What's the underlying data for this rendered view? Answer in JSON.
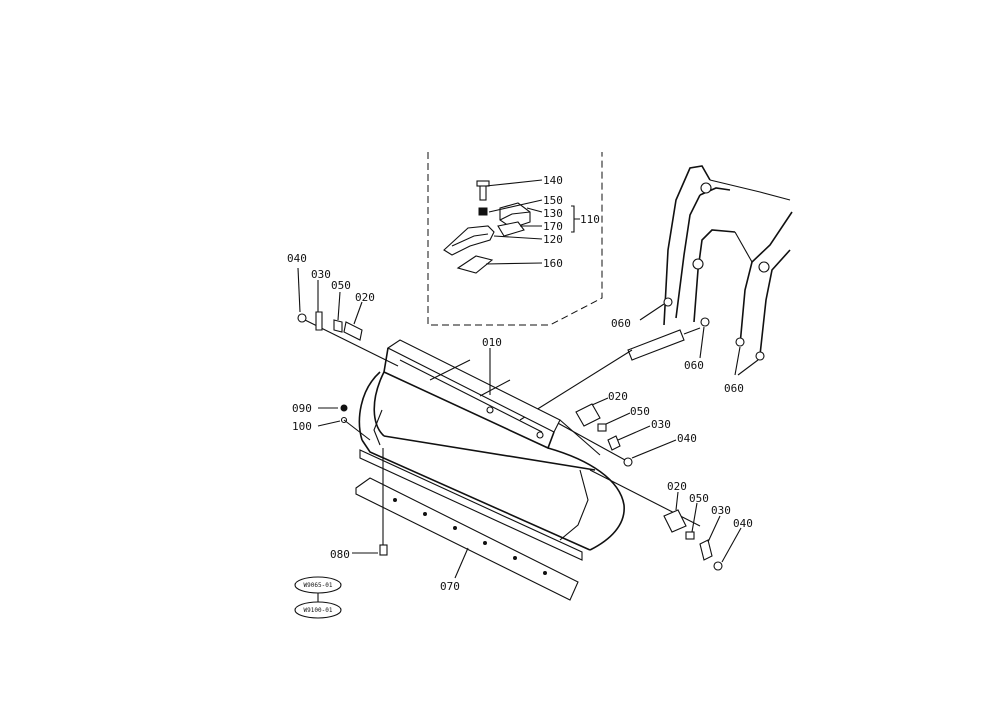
{
  "callouts": {
    "c140": "140",
    "c150": "150",
    "c130": "130",
    "c170": "170",
    "c120": "120",
    "c110": "110",
    "c160": "160",
    "c010": "010",
    "c040a": "040",
    "c030a": "030",
    "c050a": "050",
    "c020a": "020",
    "c090": "090",
    "c100": "100",
    "c060a": "060",
    "c060b": "060",
    "c060c": "060",
    "c020b": "020",
    "c050b": "050",
    "c030b": "030",
    "c040b": "040",
    "c020c": "020",
    "c050c": "050",
    "c030c": "030",
    "c040c": "040",
    "c080": "080",
    "c070": "070"
  },
  "stamps": {
    "top": "W9065-01",
    "bottom": "W9100-01"
  }
}
